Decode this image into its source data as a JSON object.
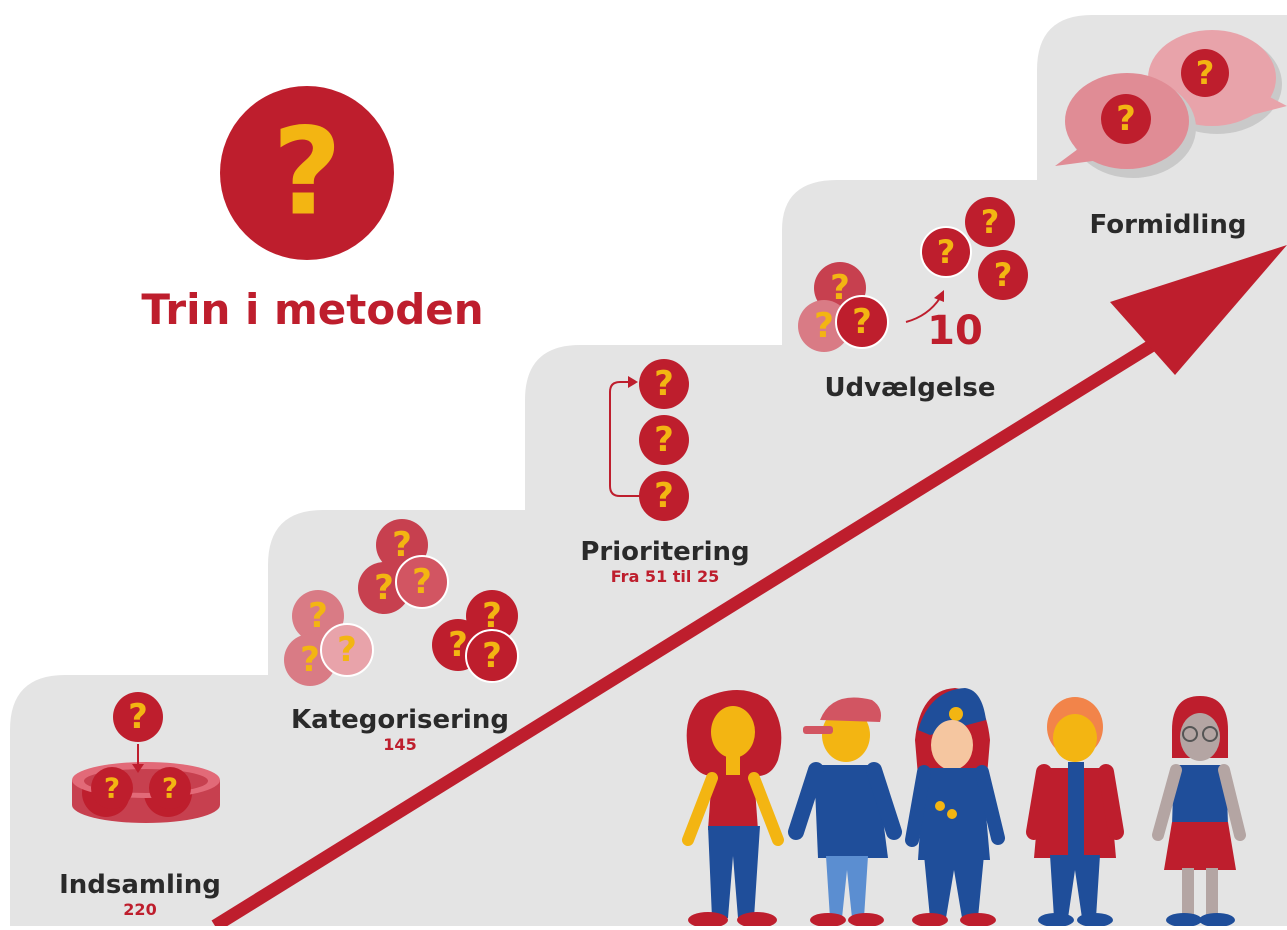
{
  "title": "Trin i metoden",
  "steps": [
    {
      "label": "Indsamling",
      "value": "220"
    },
    {
      "label": "Kategorisering",
      "value": "145"
    },
    {
      "label": "Prioritering",
      "value": "Fra 51 til 25"
    },
    {
      "label": "Udvælgelse",
      "value": "10"
    },
    {
      "label": "Formidling",
      "value": ""
    }
  ],
  "question_mark": "?",
  "colors": {
    "red": "#be1e2d",
    "pink": "#d97b85",
    "light_pink": "#e8a3aa",
    "yellow": "#f3b512",
    "step_gray": "#e4e4e4",
    "blue": "#1f4e9a"
  }
}
